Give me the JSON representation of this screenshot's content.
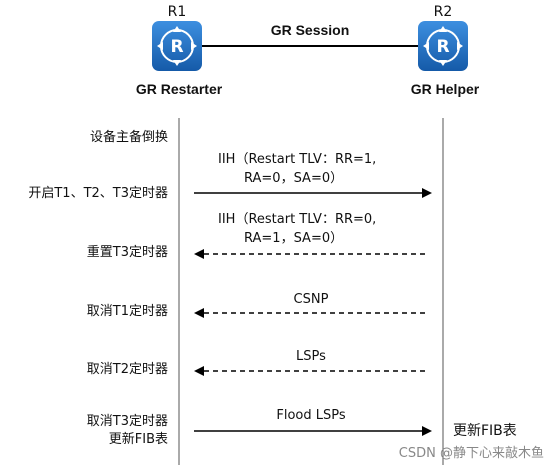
{
  "routers": {
    "r1": {
      "name": "R1",
      "role": "GR Restarter"
    },
    "r2": {
      "name": "R2",
      "role": "GR Helper"
    },
    "session_label": "GR Session",
    "icon": "router-icon",
    "color": "#1f6fc5"
  },
  "steps": {
    "switchover": "设备主备倒换",
    "start_timers": "开启T1、T2、T3定时器",
    "reset_t3": "重置T3定时器",
    "cancel_t1": "取消T1定时器",
    "cancel_t2": "取消T2定时器",
    "cancel_t3": "取消T3定时器",
    "update_fib_left": "更新FIB表",
    "update_fib_right": "更新FIB表"
  },
  "messages": {
    "iih1_line1": "IIH（Restart TLV：RR=1,",
    "iih1_line2": "RA=0，SA=0）",
    "iih2_line1": "IIH（Restart TLV：RR=0,",
    "iih2_line2": "RA=1，SA=0）",
    "csnp": "CSNP",
    "lsps": "LSPs",
    "flood_lsps": "Flood LSPs"
  },
  "watermark": "CSDN @静下心来敲木鱼"
}
